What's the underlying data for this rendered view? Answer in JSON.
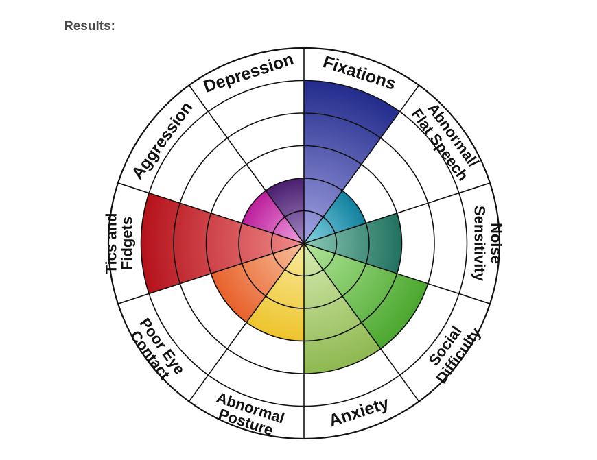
{
  "header": {
    "results_label": "Results:"
  },
  "chart_data": {
    "type": "polar-area",
    "rings": 6,
    "max_value": 6,
    "grid": true,
    "categories": [
      {
        "label": "Fixations",
        "value": 5,
        "color_dark": "#232c8c",
        "color_light": "#a4a4e2"
      },
      {
        "label": "Abnormal/ Flat Speech",
        "value": 2,
        "color_dark": "#10809e",
        "color_light": "#88d4e2"
      },
      {
        "label": "Noise Sensitivity",
        "value": 3,
        "color_dark": "#21715e",
        "color_light": "#8ccab8"
      },
      {
        "label": "Social Difficulty",
        "value": 4,
        "color_dark": "#4ba72e",
        "color_light": "#b2e69a"
      },
      {
        "label": "Anxiety",
        "value": 4,
        "color_dark": "#8eb850",
        "color_light": "#d8ebb3"
      },
      {
        "label": "Abnormal Posture",
        "value": 3,
        "color_dark": "#eec42c",
        "color_light": "#f8ea9e"
      },
      {
        "label": "Poor Eye Contact",
        "value": 3,
        "color_dark": "#e8612c",
        "color_light": "#f7c09c"
      },
      {
        "label": "Tics and Fidgets",
        "value": 5,
        "color_dark": "#b5121b",
        "color_light": "#f08a8a"
      },
      {
        "label": "Aggression",
        "value": 2,
        "color_dark": "#bc1e9c",
        "color_light": "#f0a2e0"
      },
      {
        "label": "Depression",
        "value": 2,
        "color_dark": "#4a1f6e",
        "color_light": "#a38ac6"
      }
    ]
  }
}
